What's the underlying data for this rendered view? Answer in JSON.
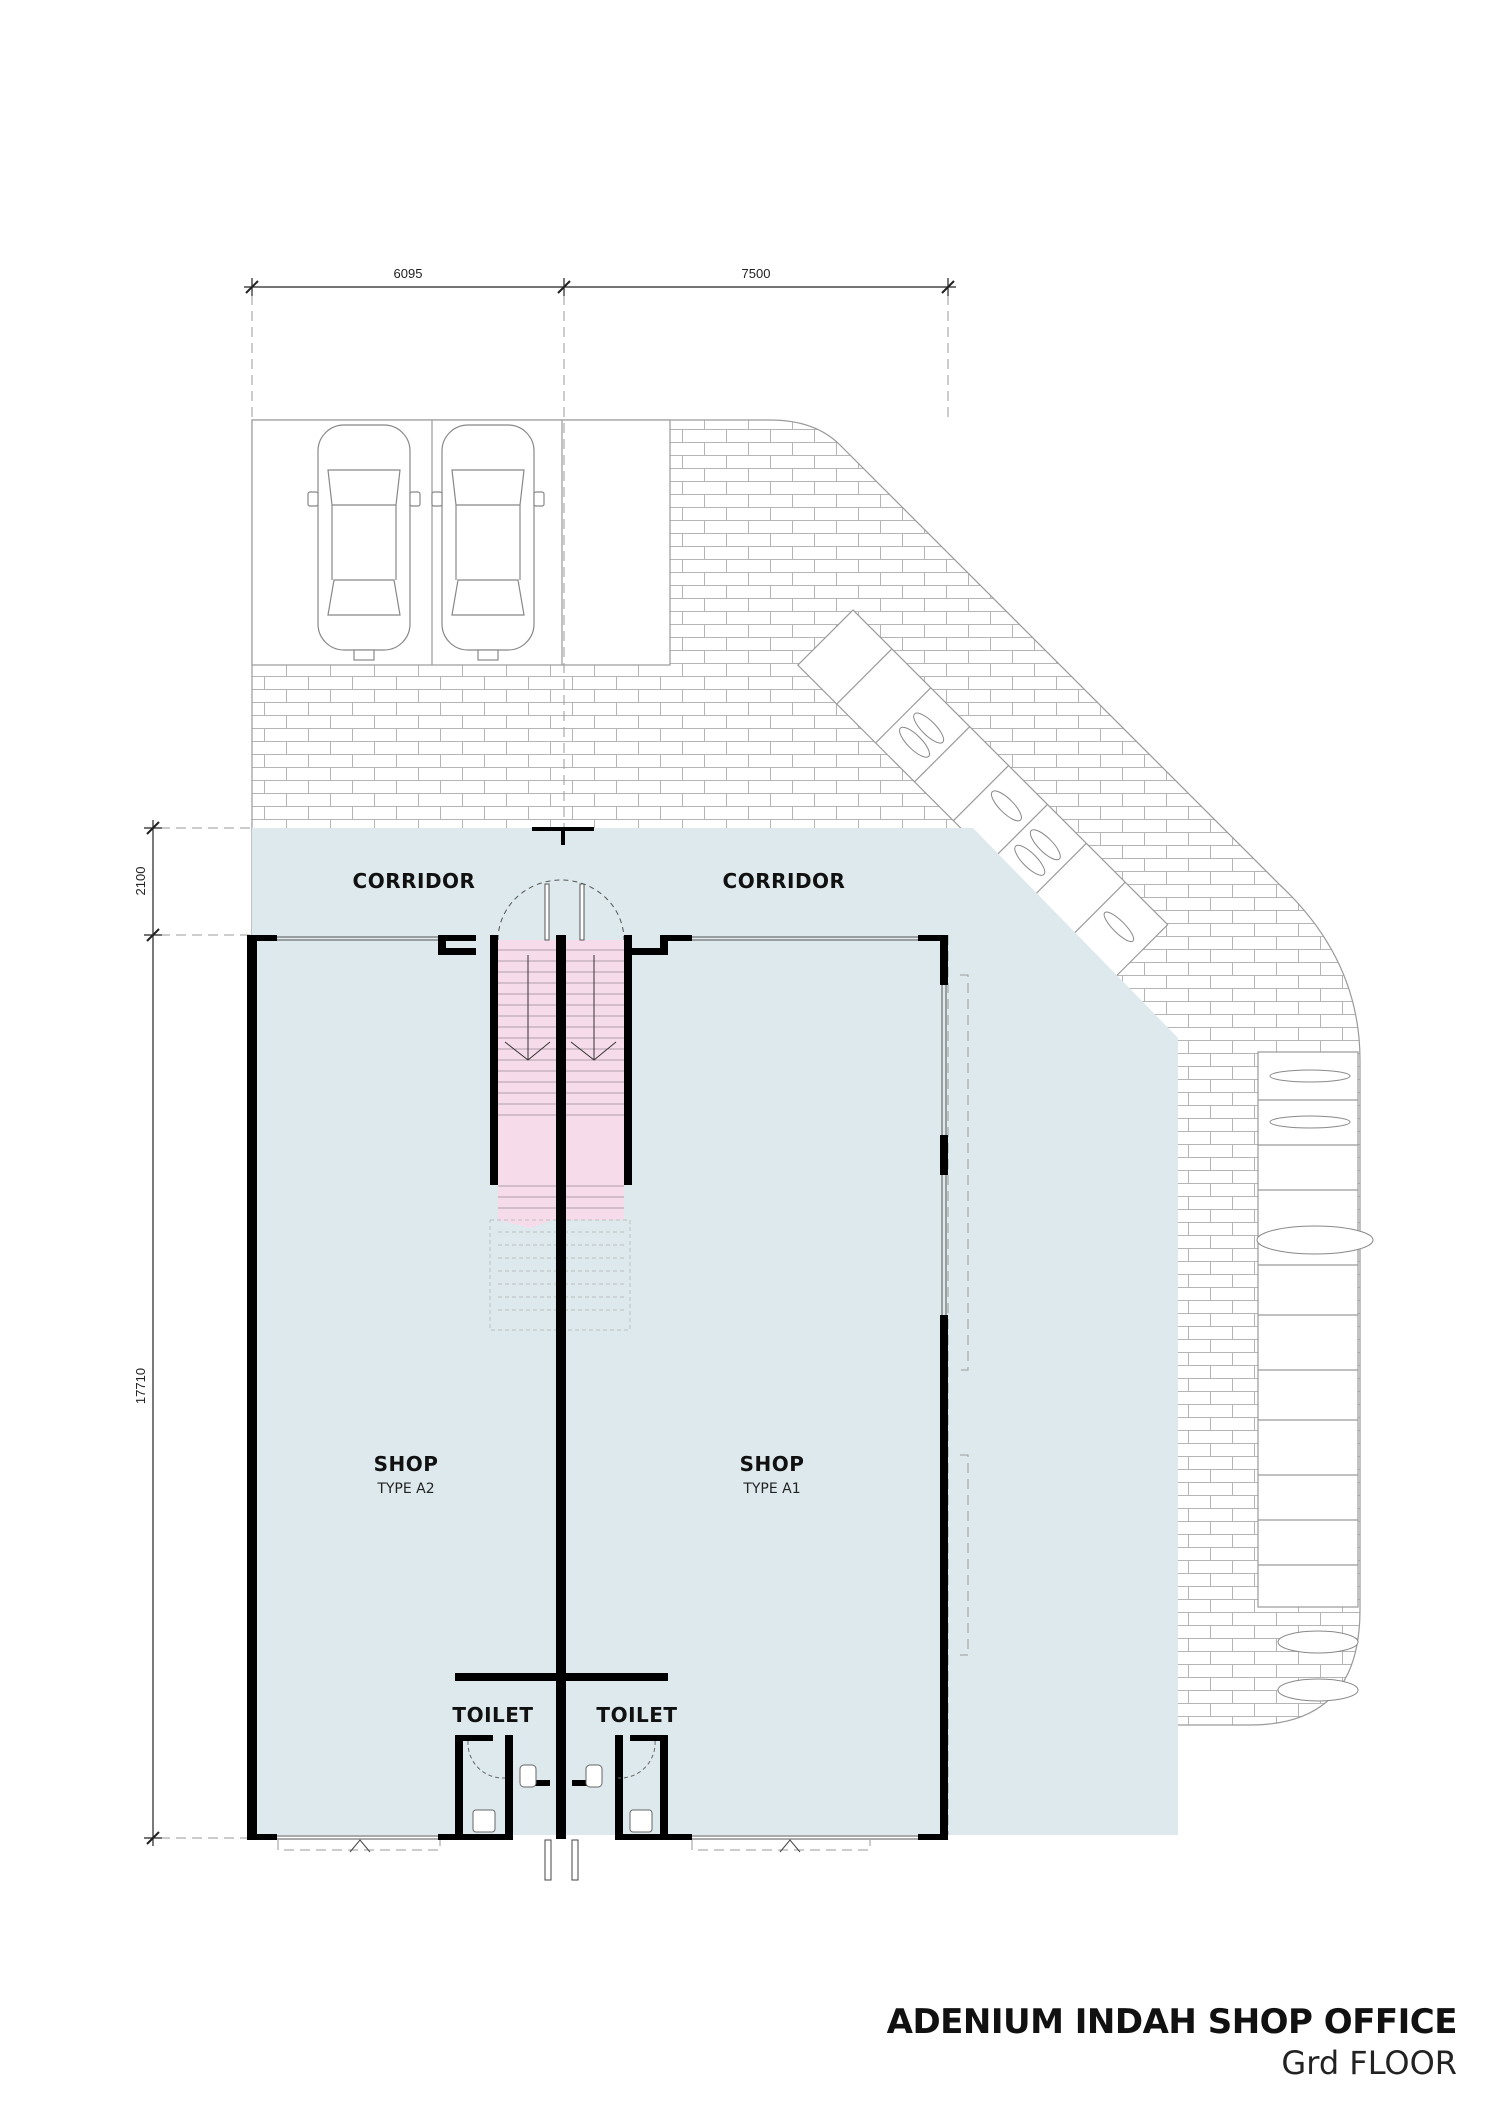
{
  "dimensions": {
    "width_left": "6095",
    "width_right": "7500",
    "corridor_depth": "2100",
    "shop_depth": "17710"
  },
  "rooms": {
    "corridor_left": "CORRIDOR",
    "corridor_right": "CORRIDOR",
    "shop_left": {
      "name": "SHOP",
      "type": "TYPE A2"
    },
    "shop_right": {
      "name": "SHOP",
      "type": "TYPE A1"
    },
    "toilet_left": "TOILET",
    "toilet_right": "TOILET"
  },
  "title": {
    "name": "ADENIUM INDAH SHOP OFFICE",
    "floor": "Grd FLOOR"
  },
  "colors": {
    "floor_fill": "#dde9ec",
    "stair_fill": "#f6dcea",
    "wall": "#000000",
    "paving_line": "#b8b8b8"
  }
}
